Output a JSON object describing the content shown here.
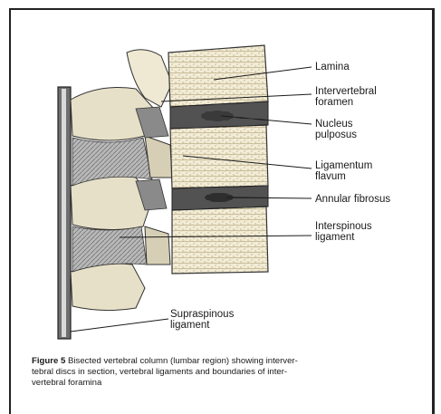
{
  "labels": {
    "lamina": "Lamina",
    "intervertebral_foramen": [
      "Intervertebral",
      "foramen"
    ],
    "nucleus_pulposus": [
      "Nucleus",
      "pulposus"
    ],
    "ligamentum_flavum": [
      "Ligamentum",
      "flavum"
    ],
    "annular_fibrosus": "Annular fibrosus",
    "interspinous_ligament": [
      "Interspinous",
      "ligament"
    ],
    "supraspinous_ligament": [
      "Supraspinous",
      "ligament"
    ]
  },
  "caption": {
    "figure_label": "Figure 5",
    "lines": [
      "Bisected vertebral column (lumbar region) showing interver-",
      "tebral discs in section, vertebral ligaments and boundaries of inter-",
      "vertebral foramina"
    ]
  }
}
